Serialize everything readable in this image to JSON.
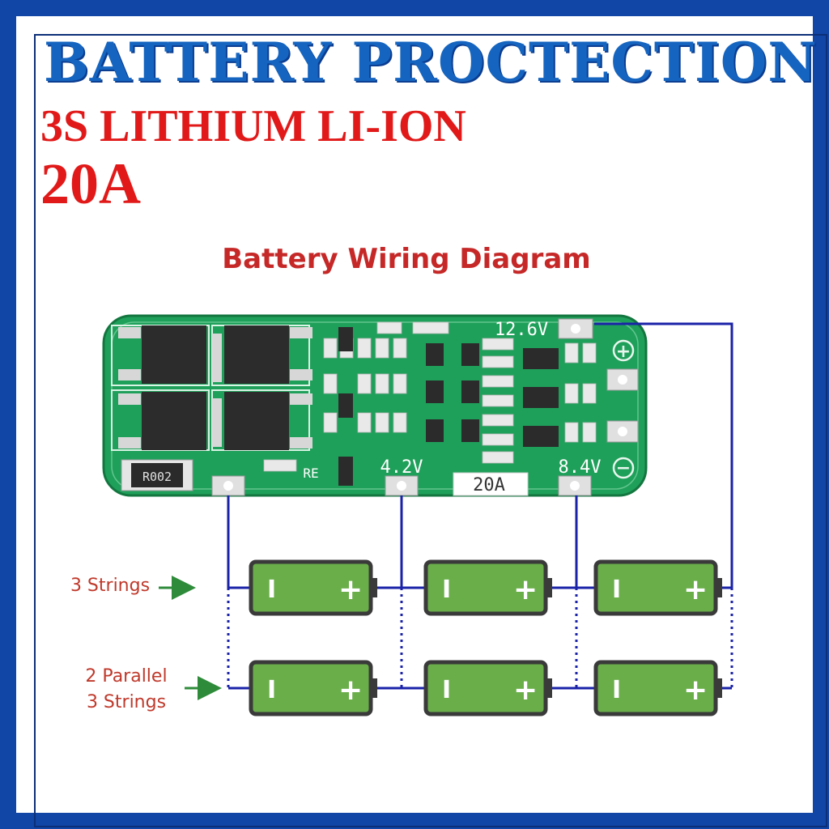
{
  "header": {
    "title": "BATTERY PROCTECTION",
    "subtitle": "3S LITHIUM LI-ION",
    "rating": "20A"
  },
  "diagram": {
    "title": "Battery Wiring Diagram",
    "pcb": {
      "label_12v6": "12.6V",
      "label_4v2": "4.2V",
      "label_8v4": "8.4V",
      "label_20a": "20A",
      "resistor_label": "R002",
      "re_label": "RE",
      "plus_symbol": "+",
      "minus_symbol": "−"
    },
    "rows": [
      {
        "label_lines": [
          "3 Strings"
        ]
      },
      {
        "label_lines": [
          "2 Parallel",
          "3 Strings"
        ]
      }
    ],
    "battery": {
      "minus": "I",
      "plus": "+"
    }
  },
  "colors": {
    "frame": "#1145a6",
    "title": "#1565c0",
    "red_text": "#e11919",
    "pcb_green": "#1fa05a",
    "wire": "#1a22a8",
    "battery_fill": "#6aae4a",
    "battery_border": "#3a3a3a",
    "arrow": "#2e8b3a"
  }
}
